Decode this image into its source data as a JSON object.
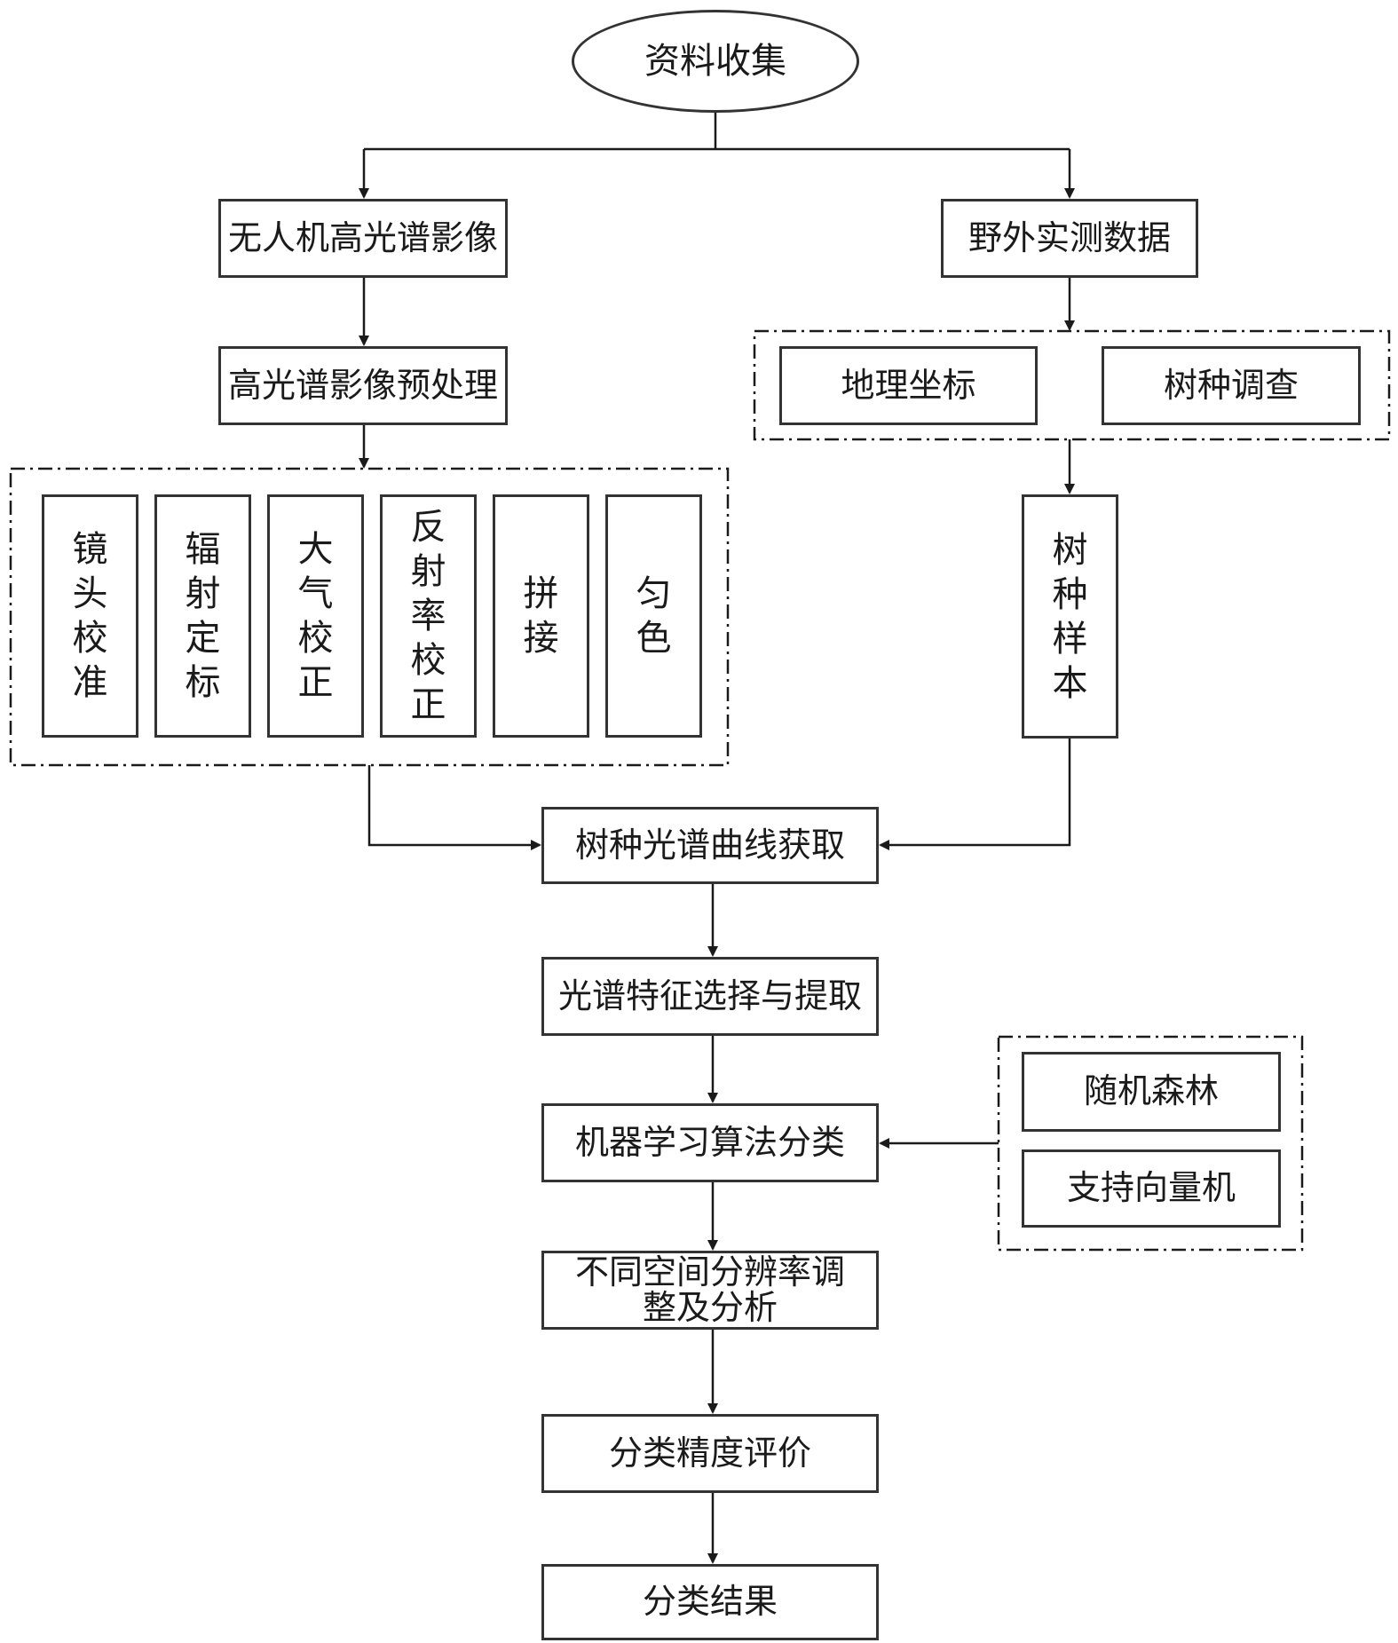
{
  "diagram": {
    "start": "资料收集",
    "left_branch": {
      "source": "无人机高光谱影像",
      "preprocess": "高光谱影像预处理",
      "steps": [
        "镜头校准",
        "辐射定标",
        "大气校正",
        "反射率校正",
        "拼接",
        "匀色"
      ]
    },
    "right_branch": {
      "source": "野外实测数据",
      "field_items": [
        "地理坐标",
        "树种调查"
      ],
      "sample": "树种样本"
    },
    "flow": {
      "curve": "树种光谱曲线获取",
      "feature": "光谱特征选择与提取",
      "classify": "机器学习算法分类",
      "resolution": "不同空间分辨率调整及分析",
      "accuracy": "分类精度评价",
      "result": "分类结果"
    },
    "algorithms": [
      "随机森林",
      "支持向量机"
    ]
  }
}
